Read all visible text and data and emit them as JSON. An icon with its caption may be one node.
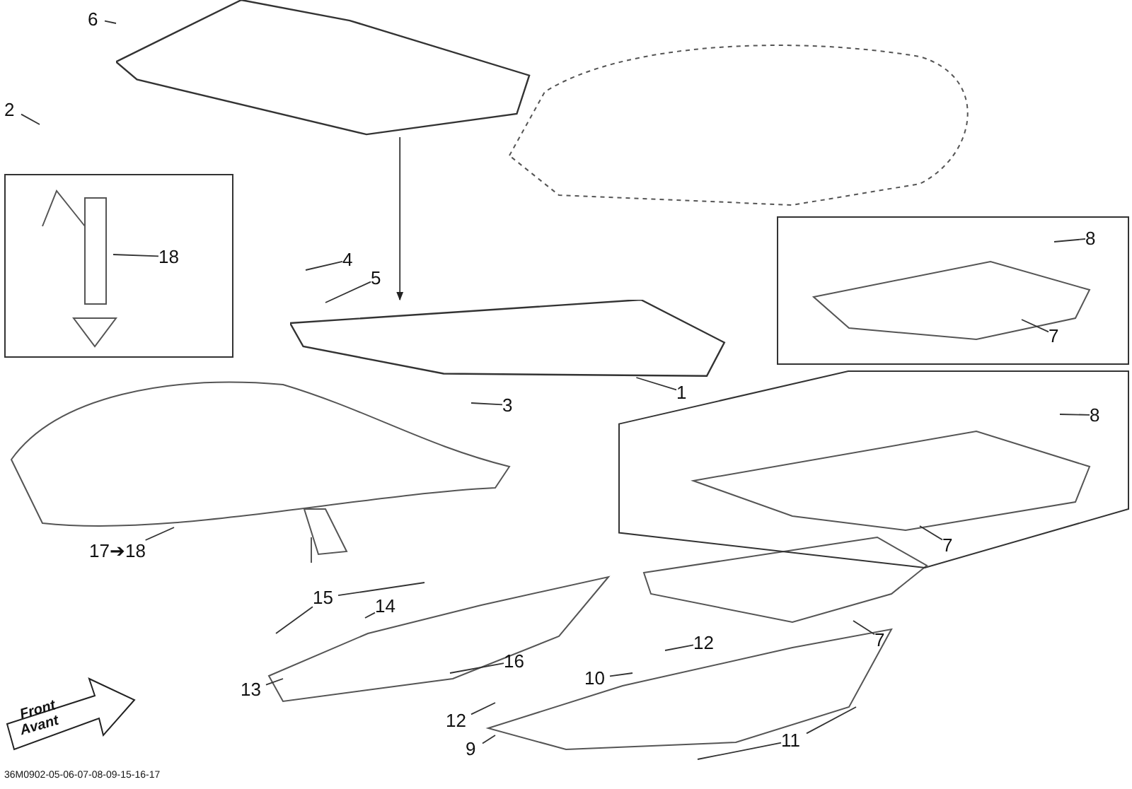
{
  "diagram": {
    "nodes": [
      {
        "text": [
          "6"
        ]
      },
      {
        "text": [
          "2"
        ]
      },
      {
        "text": [],
        "shape": "box"
      },
      {
        "text": [
          "18"
        ],
        "in": 2
      },
      {
        "text": [
          "4"
        ]
      },
      {
        "text": [
          "5"
        ]
      },
      {
        "text": [],
        "shape": "box"
      },
      {
        "text": [
          "8"
        ],
        "in": 6
      },
      {
        "text": [
          "7"
        ],
        "in": 6
      },
      {
        "text": [
          "1"
        ]
      },
      {
        "text": [
          "3"
        ]
      },
      {
        "text": [],
        "shape": "box"
      },
      {
        "text": [
          "8"
        ],
        "in": 11
      },
      {
        "text": [
          "7"
        ],
        "in": 11
      },
      {
        "text": [
          "17➔18"
        ]
      },
      {
        "text": [
          "15"
        ]
      },
      {
        "text": [
          "14"
        ]
      },
      {
        "text": [
          "12"
        ]
      },
      {
        "text": [
          "7"
        ]
      },
      {
        "text": [
          "16"
        ]
      },
      {
        "text": [
          "13"
        ]
      },
      {
        "text": [
          "10"
        ]
      },
      {
        "text": [
          "12"
        ]
      },
      {
        "text": [
          "11"
        ]
      },
      {
        "text": [
          "9"
        ]
      },
      {
        "text": [],
        "shape": "picture"
      },
      {
        "text": [],
        "shape": "picture"
      }
    ],
    "edges": [
      {
        "from": 0,
        "to": 25,
        "arrow": "none"
      },
      {
        "from": 1,
        "to": null,
        "arrow": "none"
      },
      {
        "from": 3,
        "to": null,
        "arrow": "none"
      },
      {
        "from": 4,
        "to": null,
        "arrow": "none"
      },
      {
        "from": 5,
        "to": null,
        "arrow": "none"
      },
      {
        "from": 7,
        "to": null,
        "arrow": "none"
      },
      {
        "from": 8,
        "to": null,
        "arrow": "none"
      },
      {
        "from": 9,
        "to": 26,
        "arrow": "none"
      },
      {
        "from": 10,
        "to": null,
        "arrow": "none"
      },
      {
        "from": 12,
        "to": null,
        "arrow": "none"
      },
      {
        "from": 13,
        "to": null,
        "arrow": "none"
      },
      {
        "from": 14,
        "to": null,
        "arrow": "none"
      },
      {
        "from": 15,
        "to": null,
        "arrow": "none"
      },
      {
        "from": 15,
        "to": null,
        "arrow": "none"
      },
      {
        "from": 16,
        "to": null,
        "arrow": "none"
      },
      {
        "from": 17,
        "to": null,
        "arrow": "none"
      },
      {
        "from": 18,
        "to": null,
        "arrow": "none"
      },
      {
        "from": 19,
        "to": null,
        "arrow": "none"
      },
      {
        "from": 20,
        "to": null,
        "arrow": "none"
      },
      {
        "from": 21,
        "to": null,
        "arrow": "none"
      },
      {
        "from": 22,
        "to": null,
        "arrow": "none"
      },
      {
        "from": 23,
        "to": null,
        "arrow": "none"
      },
      {
        "from": 23,
        "to": null,
        "arrow": "none"
      },
      {
        "from": 24,
        "to": null,
        "arrow": "none"
      },
      {
        "from": 25,
        "to": 26,
        "arrow": "to"
      }
    ],
    "labels": [
      "Front",
      "Avant",
      "36M0902-05-06-07-08-09-15-16-17"
    ]
  }
}
